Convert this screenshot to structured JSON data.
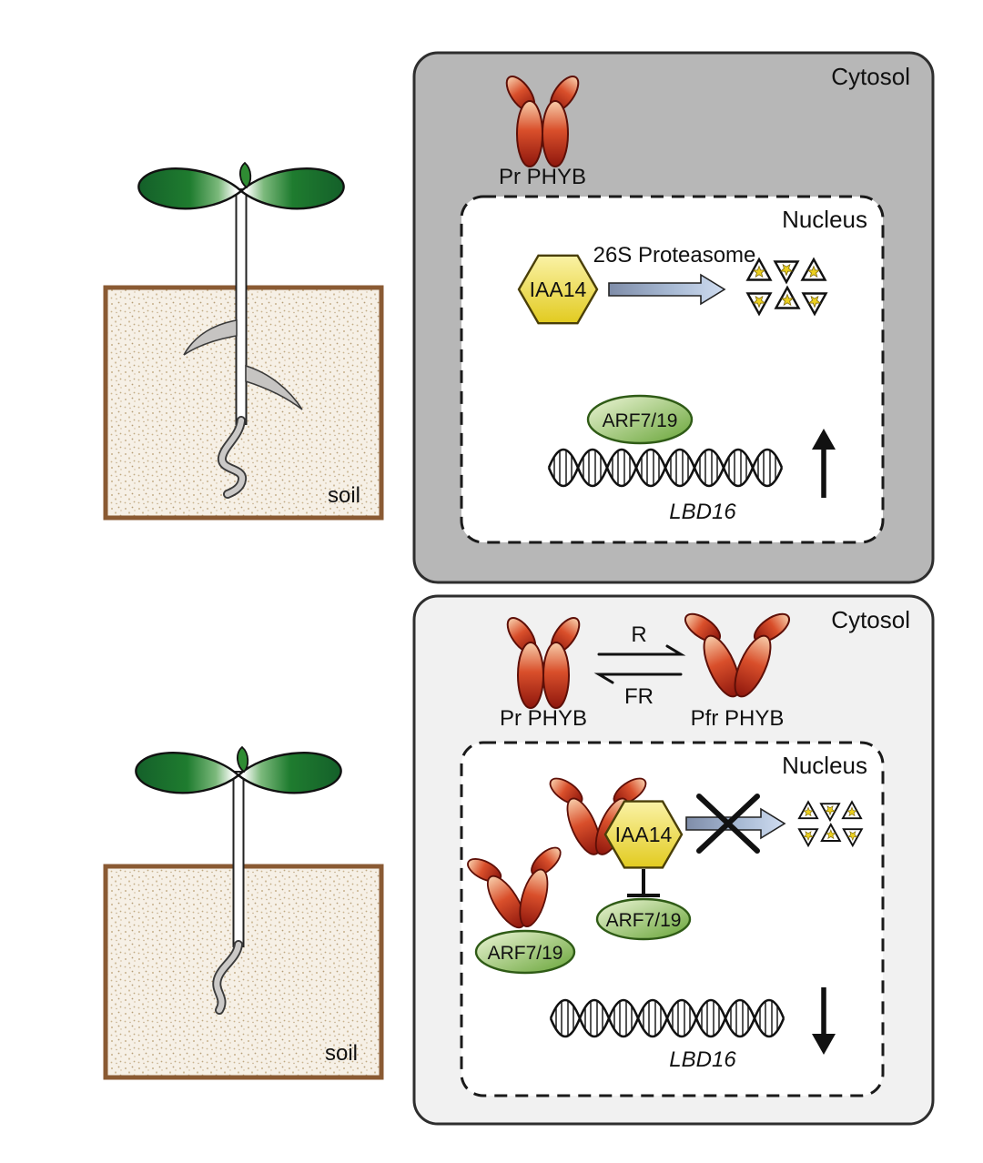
{
  "figure": {
    "top": {
      "cytosol": "Cytosol",
      "nucleus": "Nucleus",
      "pr_phyb": "Pr PHYB",
      "proteasome": "26S Proteasome",
      "iaa14": "IAA14",
      "arf": "ARF7/19",
      "gene": "LBD16",
      "soil": "soil"
    },
    "bottom": {
      "cytosol": "Cytosol",
      "nucleus": "Nucleus",
      "pr_phyb": "Pr PHYB",
      "pfr_phyb": "Pfr PHYB",
      "r": "R",
      "fr": "FR",
      "iaa14": "IAA14",
      "arf_bound": "ARF7/19",
      "arf_inhibited": "ARF7/19",
      "gene": "LBD16",
      "soil": "soil"
    },
    "colors": {
      "phyb_red": "#b22318",
      "iaa_yellow": "#e6ce22",
      "arf_green": "#6aa437",
      "proteasome_arrow_blue": "#9db1cf",
      "cytosol_gray_top": "#b7b7b7",
      "cytosol_gray_bottom": "#f1f1f1",
      "soil_brown_border": "#8a5a33",
      "leaf_green": "#1f7c2f"
    }
  }
}
